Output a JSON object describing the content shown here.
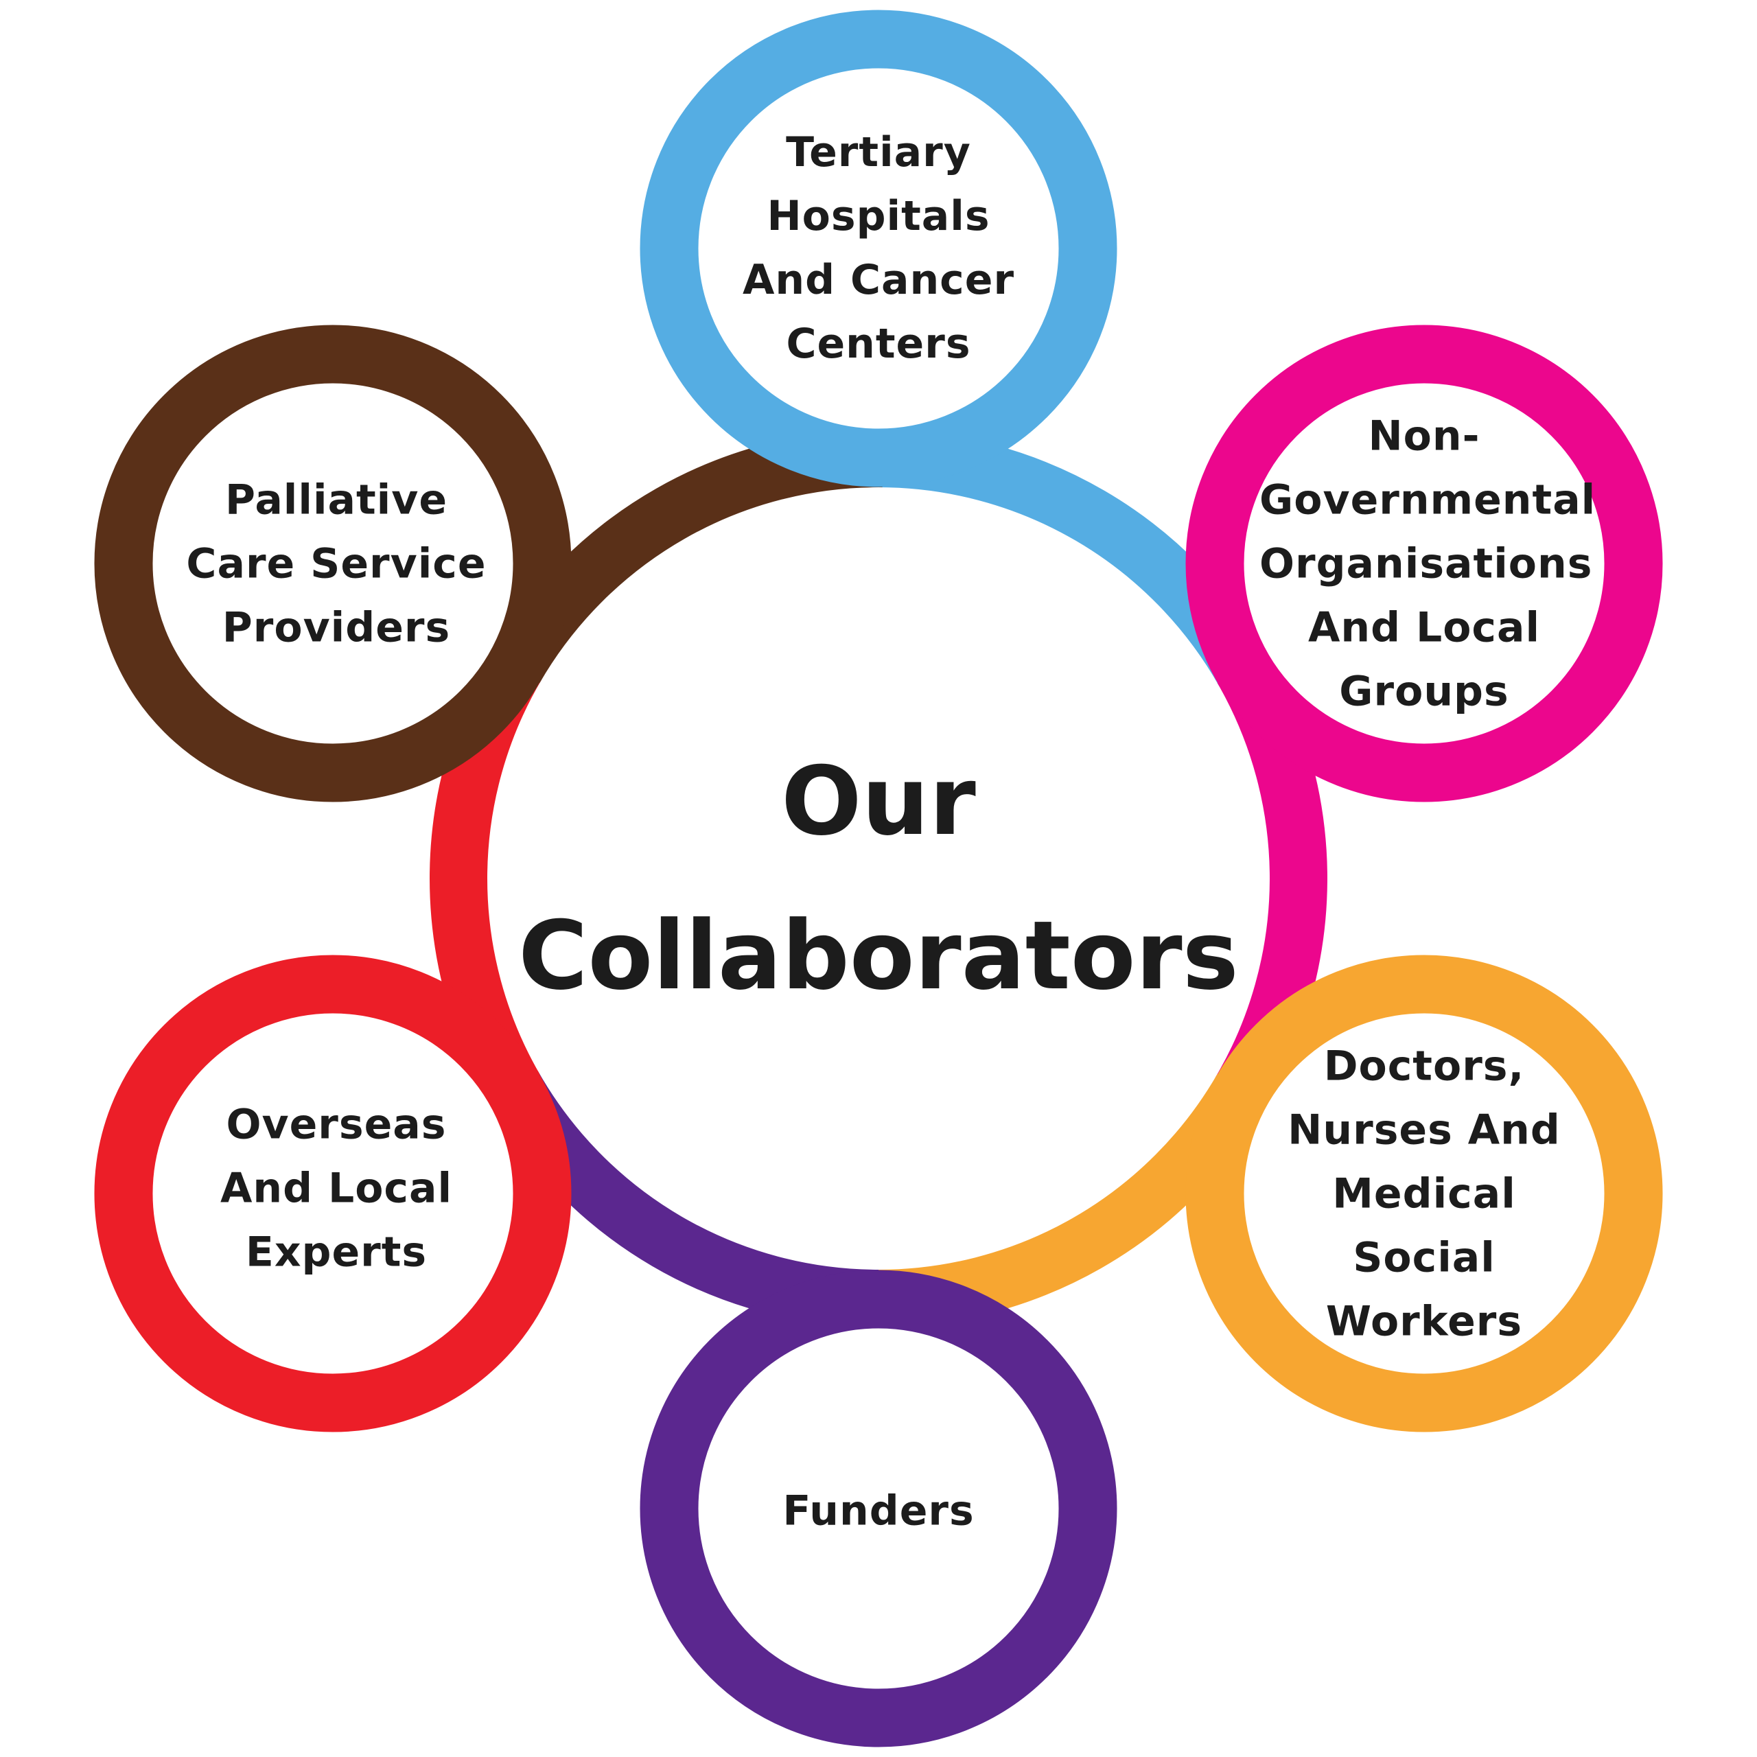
{
  "title": "Our Collaborators",
  "collaborators": [
    {
      "label": "Tertiary Hospitals And Cancer Centers",
      "color": "#55ADE3"
    },
    {
      "label": "Non-Governmental Organisations And Local Groups",
      "color": "#EC068D"
    },
    {
      "label": "Doctors, Nurses And Medical Social Workers",
      "color": "#F7A631"
    },
    {
      "label": "Funders",
      "color": "#5B278F"
    },
    {
      "label": "Overseas And Local Experts",
      "color": "#EC1E28"
    },
    {
      "label": "Palliative Care Service Providers",
      "color": "#5A3018"
    }
  ]
}
